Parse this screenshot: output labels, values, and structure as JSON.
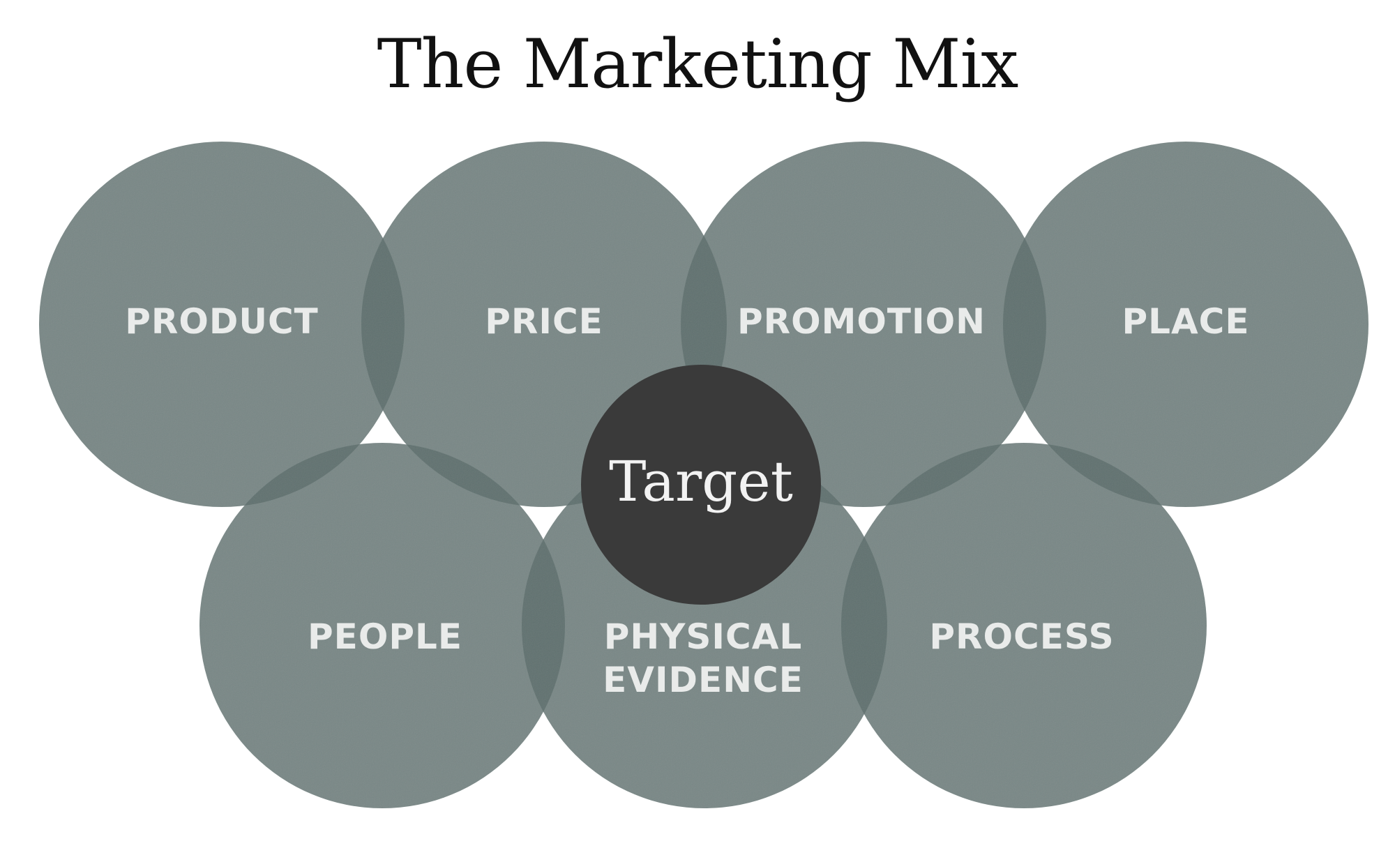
{
  "title": "The Marketing Mix",
  "center": {
    "label": "Target",
    "color": "#3a3a3a"
  },
  "circle_color": "#5c6e6b",
  "elements": [
    {
      "id": "product",
      "label": "PRODUCT"
    },
    {
      "id": "price",
      "label": "PRICE"
    },
    {
      "id": "promotion",
      "label": "PROMOTION"
    },
    {
      "id": "place",
      "label": "PLACE"
    },
    {
      "id": "people",
      "label": "PEOPLE"
    },
    {
      "id": "physical-evidence",
      "label": "PHYSICAL",
      "label2": "EVIDENCE"
    },
    {
      "id": "process",
      "label": "PROCESS"
    }
  ]
}
